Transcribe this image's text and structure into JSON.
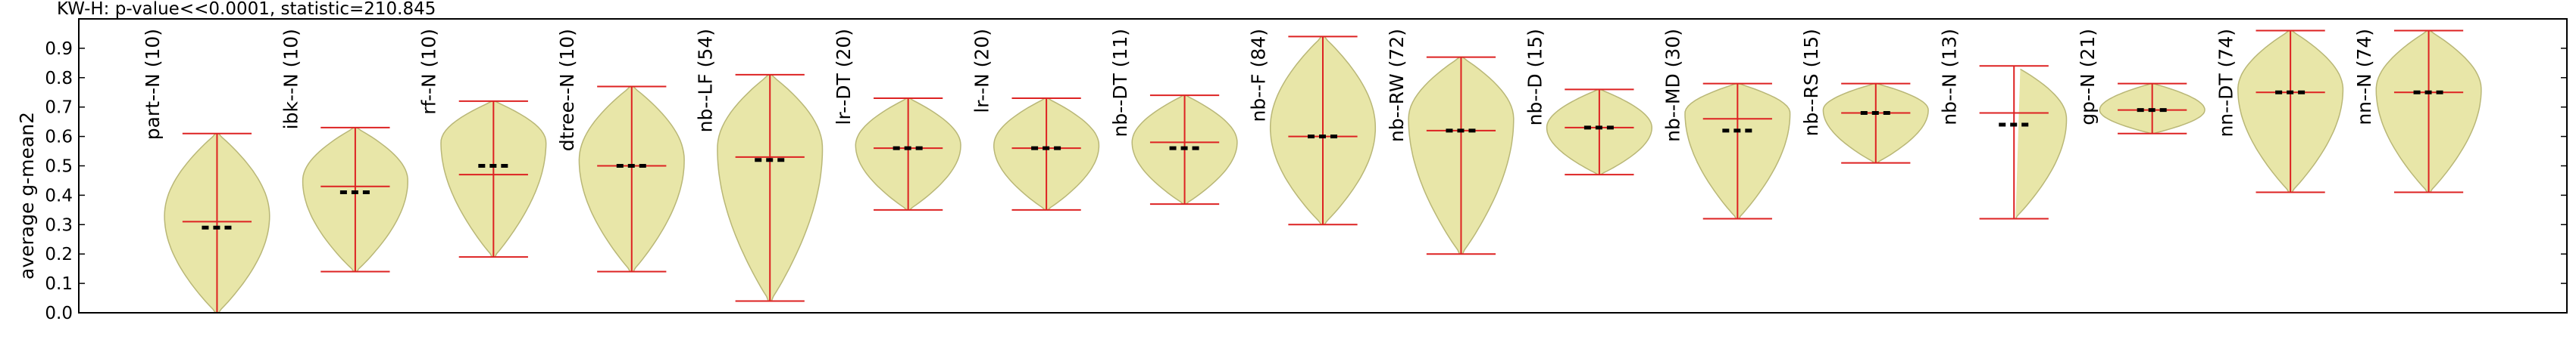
{
  "chart_data": {
    "type": "violin",
    "title": "KW-H: p-value<<0.0001, statistic=210.845",
    "xlabel": "",
    "ylabel": "average g-mean2",
    "ylim": [
      0.0,
      1.0
    ],
    "yticks": [
      0.0,
      0.1,
      0.2,
      0.3,
      0.4,
      0.5,
      0.6,
      0.7,
      0.8,
      0.9
    ],
    "grid": false,
    "colors": {
      "violin_fill": "#e8e6a8",
      "violin_edge": "#b9b777",
      "range_line": "#dd2222",
      "median_dash": "#000000"
    },
    "series": [
      {
        "label": "part--N (10)",
        "min": 0.0,
        "max": 0.61,
        "mean": 0.31,
        "median": 0.29,
        "peak": 0.33
      },
      {
        "label": "ibk--N (10)",
        "min": 0.14,
        "max": 0.63,
        "mean": 0.43,
        "median": 0.41,
        "peak": 0.45
      },
      {
        "label": "rf--N (10)",
        "min": 0.19,
        "max": 0.72,
        "mean": 0.47,
        "median": 0.5,
        "peak": 0.58
      },
      {
        "label": "dtree--N (10)",
        "min": 0.14,
        "max": 0.77,
        "mean": 0.5,
        "median": 0.5,
        "peak": 0.52
      },
      {
        "label": "nb--LF (54)",
        "min": 0.04,
        "max": 0.81,
        "mean": 0.53,
        "median": 0.52,
        "peak": 0.56
      },
      {
        "label": "lr--DT (20)",
        "min": 0.35,
        "max": 0.73,
        "mean": 0.56,
        "median": 0.56,
        "peak": 0.57
      },
      {
        "label": "lr--N (20)",
        "min": 0.35,
        "max": 0.73,
        "mean": 0.56,
        "median": 0.56,
        "peak": 0.57
      },
      {
        "label": "nb--DT (11)",
        "min": 0.37,
        "max": 0.74,
        "mean": 0.58,
        "median": 0.56,
        "peak": 0.58
      },
      {
        "label": "nb--F (84)",
        "min": 0.3,
        "max": 0.94,
        "mean": 0.6,
        "median": 0.6,
        "peak": 0.63
      },
      {
        "label": "nb--RW (72)",
        "min": 0.2,
        "max": 0.87,
        "mean": 0.62,
        "median": 0.62,
        "peak": 0.66
      },
      {
        "label": "nb--D (15)",
        "min": 0.47,
        "max": 0.76,
        "mean": 0.63,
        "median": 0.63,
        "peak": 0.63
      },
      {
        "label": "nb--MD (30)",
        "min": 0.32,
        "max": 0.78,
        "mean": 0.66,
        "median": 0.62,
        "peak": 0.68
      },
      {
        "label": "nb--RS (15)",
        "min": 0.51,
        "max": 0.78,
        "mean": 0.68,
        "median": 0.68,
        "peak": 0.69
      },
      {
        "label": "nb--N (13)",
        "min": 0.32,
        "max": 0.84,
        "mean": 0.68,
        "median": 0.64,
        "peak": 0.66
      },
      {
        "label": "gp--N (21)",
        "min": 0.61,
        "max": 0.78,
        "mean": 0.69,
        "median": 0.69,
        "peak": 0.69
      },
      {
        "label": "nn--DT (74)",
        "min": 0.41,
        "max": 0.96,
        "mean": 0.75,
        "median": 0.75,
        "peak": 0.76
      },
      {
        "label": "nn--N (74)",
        "min": 0.41,
        "max": 0.96,
        "mean": 0.75,
        "median": 0.75,
        "peak": 0.76
      }
    ]
  }
}
